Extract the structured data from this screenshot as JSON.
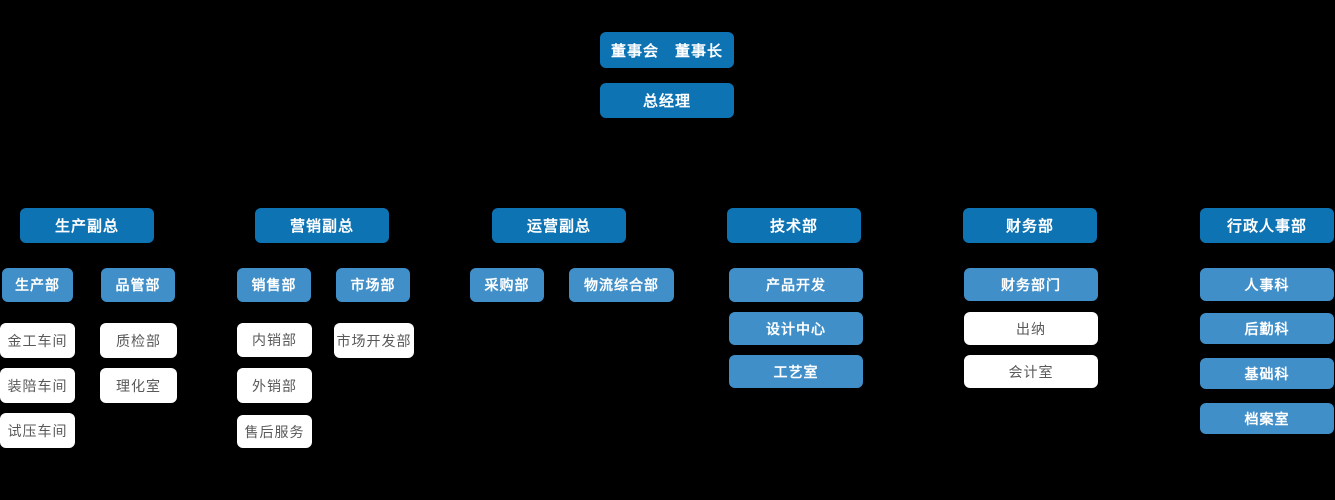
{
  "colors": {
    "background": "#000000",
    "primary-blue": "#0e73b3",
    "secondary-blue": "#418fc9",
    "white-box": "#ffffff",
    "text-light": "#ffffff",
    "text-dark": "#595959"
  },
  "org": {
    "board": "董事会　董事长",
    "general_manager": "总经理",
    "sections": [
      {
        "head": "生产副总",
        "departments": [
          {
            "name": "生产部",
            "children": [
              "金工车间",
              "装陪车间",
              "试压车间"
            ]
          },
          {
            "name": "品管部",
            "children": [
              "质检部",
              "理化室"
            ]
          }
        ]
      },
      {
        "head": "营销副总",
        "departments": [
          {
            "name": "销售部",
            "children": [
              "内销部",
              "外销部",
              "售后服务"
            ]
          },
          {
            "name": "市场部",
            "children": [
              "市场开发部"
            ]
          }
        ]
      },
      {
        "head": "运营副总",
        "departments": [
          {
            "name": "采购部",
            "children": []
          },
          {
            "name": "物流综合部",
            "children": []
          }
        ]
      },
      {
        "head": "技术部",
        "departments": [
          {
            "name": "产品开发",
            "children": []
          },
          {
            "name": "设计中心",
            "children": []
          },
          {
            "name": "工艺室",
            "children": []
          }
        ]
      },
      {
        "head": "财务部",
        "departments": [
          {
            "name": "财务部门",
            "children": [
              "出纳",
              "会计室"
            ]
          }
        ]
      },
      {
        "head": "行政人事部",
        "departments": [
          {
            "name": "人事科",
            "children": []
          },
          {
            "name": "后勤科",
            "children": []
          },
          {
            "name": "基础科",
            "children": []
          },
          {
            "name": "档案室",
            "children": []
          }
        ]
      }
    ]
  }
}
